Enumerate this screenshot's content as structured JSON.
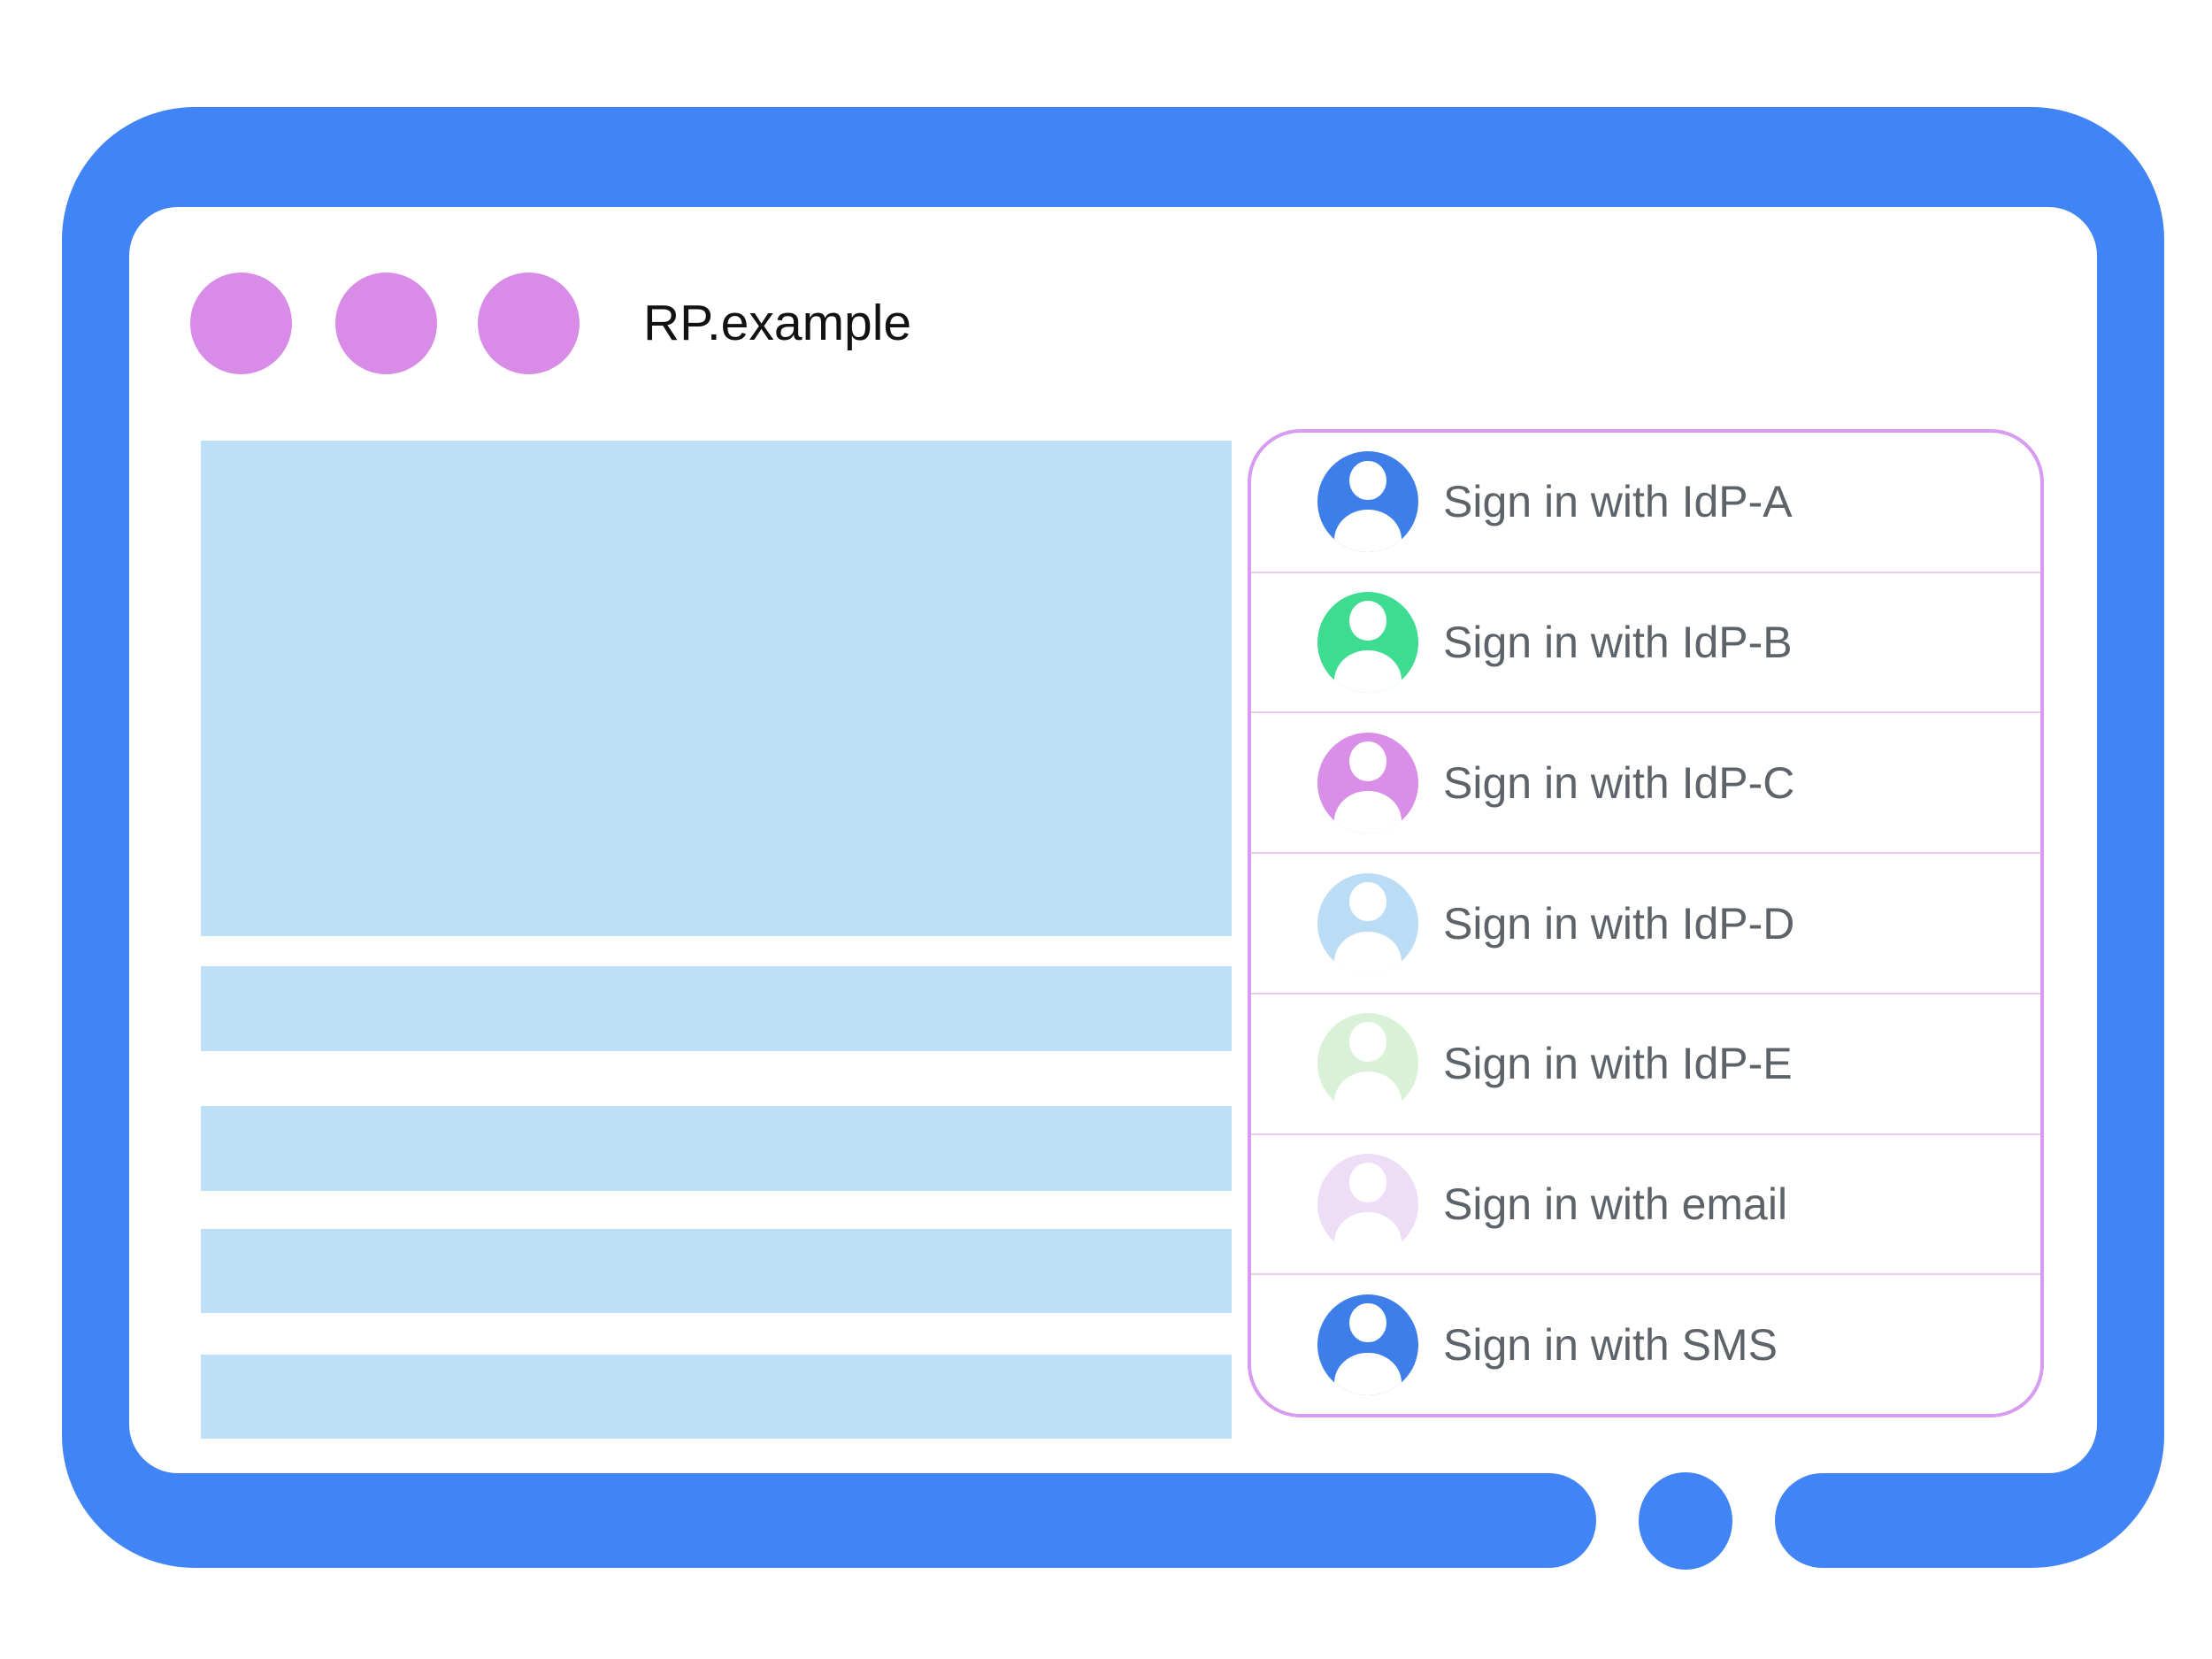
{
  "illustration": {
    "background": "#ffffff",
    "colors": {
      "frame": "#4184F5",
      "dot": "#D88CE8",
      "placeholder": "#BDE0F6",
      "panel_border": "#D79BEF",
      "panel_divider": "#ECCBF3",
      "label_text": "#5D6368",
      "title_text": "#121212",
      "avatar_glyph": "#FFFFFF"
    }
  },
  "browser": {
    "title": "RP.example",
    "window_dots_count": 3
  },
  "content": {
    "hero_blocks": 1,
    "text_line_bars": 4
  },
  "signin_panel": {
    "items": [
      {
        "label": "Sign in with IdP-A",
        "avatar_color": "#3D7EE9"
      },
      {
        "label": "Sign in with IdP-B",
        "avatar_color": "#3EDC91"
      },
      {
        "label": "Sign in with IdP-C",
        "avatar_color": "#D98FE8"
      },
      {
        "label": "Sign in with IdP-D",
        "avatar_color": "#BBDCF5"
      },
      {
        "label": "Sign in with IdP-E",
        "avatar_color": "#D9F2D7"
      },
      {
        "label": "Sign in with email",
        "avatar_color": "#EDDDF6"
      },
      {
        "label": "Sign in with SMS",
        "avatar_color": "#3D7EE9"
      }
    ]
  }
}
